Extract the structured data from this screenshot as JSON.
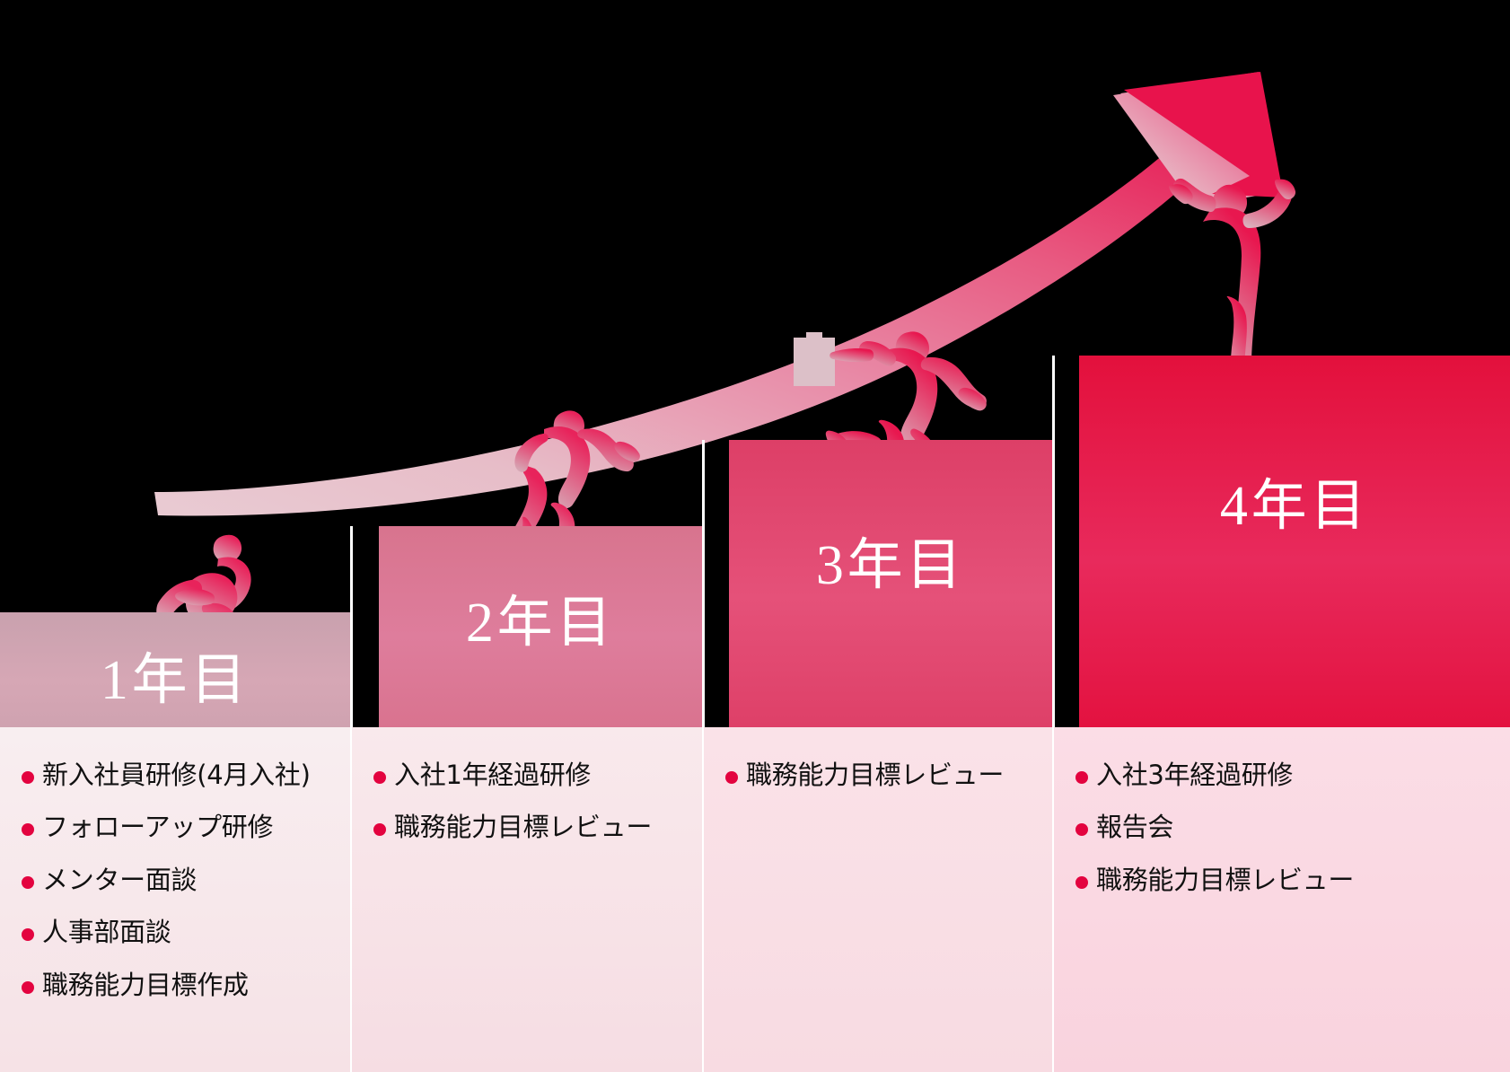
{
  "theme": {
    "background": "#000000",
    "accent": "#e3033f",
    "bullet_color": "#e3033f",
    "label_color": "#ffffff",
    "arrow_gradient_start": "#e7c3cd",
    "arrow_gradient_end": "#e8114e"
  },
  "chart_data": {
    "type": "bar",
    "title": "",
    "xlabel": "",
    "ylabel": "",
    "categories": [
      "1年目",
      "2年目",
      "3年目",
      "4年目"
    ],
    "values": [
      1,
      2,
      3,
      4
    ],
    "ylim": [
      0,
      4
    ],
    "grid": false,
    "legend": "none",
    "annotations": [
      "growth arrow rising left to right",
      "climbing figure silhouettes"
    ]
  },
  "bars": [
    {
      "label": "1年目",
      "color": "#d0a9b4",
      "color_top": "#c9a1ae",
      "color_bottom": "#d8a9b6",
      "figure": "crawling-person-silhouette"
    },
    {
      "label": "2年目",
      "color": "#da7b99",
      "color_top": "#d9778f",
      "color_bottom": "#e07c9c",
      "figure": "climbing-person-silhouette"
    },
    {
      "label": "3年目",
      "color": "#e04b73",
      "color_top": "#de4169",
      "color_bottom": "#e45078",
      "figure": "running-person-with-briefcase-silhouette"
    },
    {
      "label": "4年目",
      "color": "#e51f50",
      "color_top": "#e3133f",
      "color_bottom": "#e72657",
      "figure": "cheering-person-silhouette"
    }
  ],
  "columns": [
    {
      "year": "1年目",
      "items": [
        "新入社員研修(4月入社)",
        "フォローアップ研修",
        "メンター面談",
        "人事部面談",
        "職務能力目標作成"
      ]
    },
    {
      "year": "2年目",
      "items": [
        "入社1年経過研修",
        "職務能力目標レビュー"
      ]
    },
    {
      "year": "3年目",
      "items": [
        "職務能力目標レビュー"
      ]
    },
    {
      "year": "4年目",
      "items": [
        "入社3年経過研修",
        "報告会",
        "職務能力目標レビュー"
      ]
    }
  ]
}
